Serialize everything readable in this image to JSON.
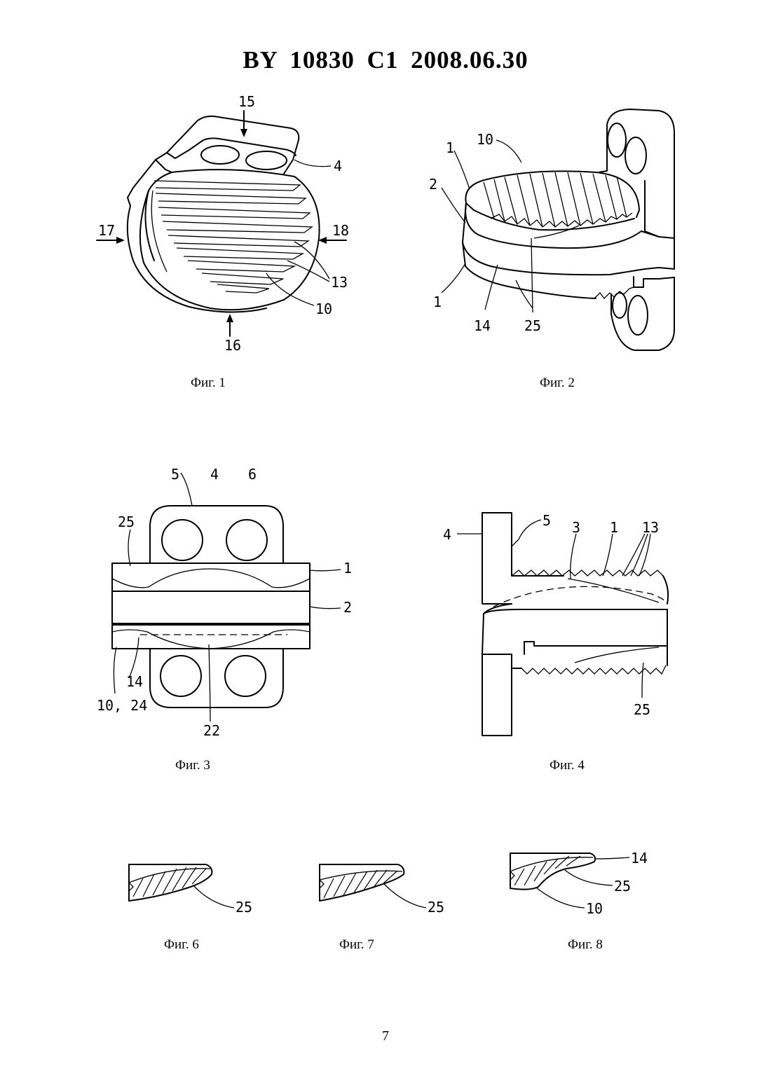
{
  "header": "BY 10830 C1 2008.06.30",
  "page_number": "7",
  "figures": {
    "fig1": {
      "caption": "Фиг. 1",
      "labels": {
        "l15": "15",
        "l4": "4",
        "l17": "17",
        "l18": "18",
        "l13": "13",
        "l10": "10",
        "l16": "16"
      }
    },
    "fig2": {
      "caption": "Фиг. 2",
      "labels": {
        "l10": "10",
        "l1a": "1",
        "l2": "2",
        "l1b": "1",
        "l14": "14",
        "l25": "25"
      }
    },
    "fig3": {
      "caption": "Фиг. 3",
      "labels": {
        "l5": "5",
        "l4": "4",
        "l6": "6",
        "l25": "25",
        "l1": "1",
        "l2": "2",
        "l14": "14",
        "l1024": "10, 24",
        "l22": "22"
      }
    },
    "fig4": {
      "caption": "Фиг. 4",
      "labels": {
        "l4": "4",
        "l5": "5",
        "l3": "3",
        "l1": "1",
        "l13": "13",
        "l25": "25"
      }
    },
    "fig6": {
      "caption": "Фиг. 6",
      "labels": {
        "l25": "25"
      }
    },
    "fig7": {
      "caption": "Фиг. 7",
      "labels": {
        "l25": "25"
      }
    },
    "fig8": {
      "caption": "Фиг. 8",
      "labels": {
        "l14": "14",
        "l25": "25",
        "l10": "10"
      }
    }
  }
}
